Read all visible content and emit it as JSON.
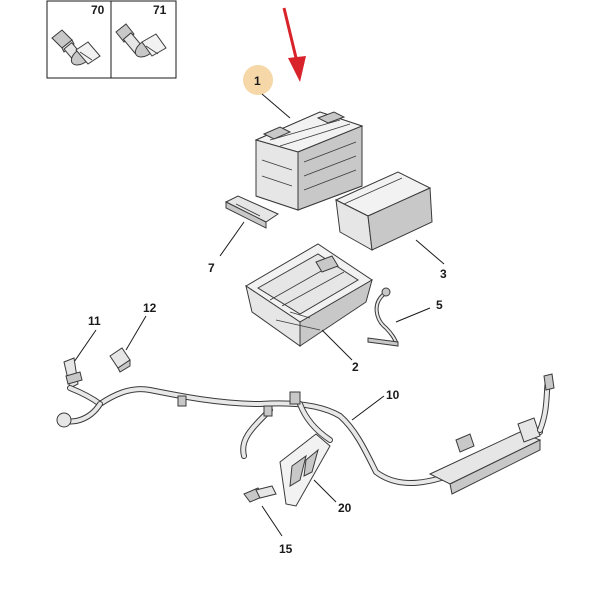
{
  "diagram": {
    "accent_color": "#d9232a",
    "highlight_color": "#f6d7a7",
    "fastener_box": {
      "items": [
        {
          "number": "70",
          "icon": "flange-bolt-icon"
        },
        {
          "number": "71",
          "icon": "shoulder-bolt-icon"
        }
      ]
    },
    "parts": [
      {
        "number": "1",
        "name": "battery",
        "highlighted": true
      },
      {
        "number": "2",
        "name": "battery-tray"
      },
      {
        "number": "3",
        "name": "battery-insulation-jacket"
      },
      {
        "number": "5",
        "name": "ground-cable"
      },
      {
        "number": "7",
        "name": "battery-hold-down-clamp"
      },
      {
        "number": "10",
        "name": "wiring-harness"
      },
      {
        "number": "11",
        "name": "harness-bracket"
      },
      {
        "number": "12",
        "name": "cable-clip"
      },
      {
        "number": "15",
        "name": "connector-clip"
      },
      {
        "number": "20",
        "name": "harness-support-bracket"
      }
    ]
  }
}
